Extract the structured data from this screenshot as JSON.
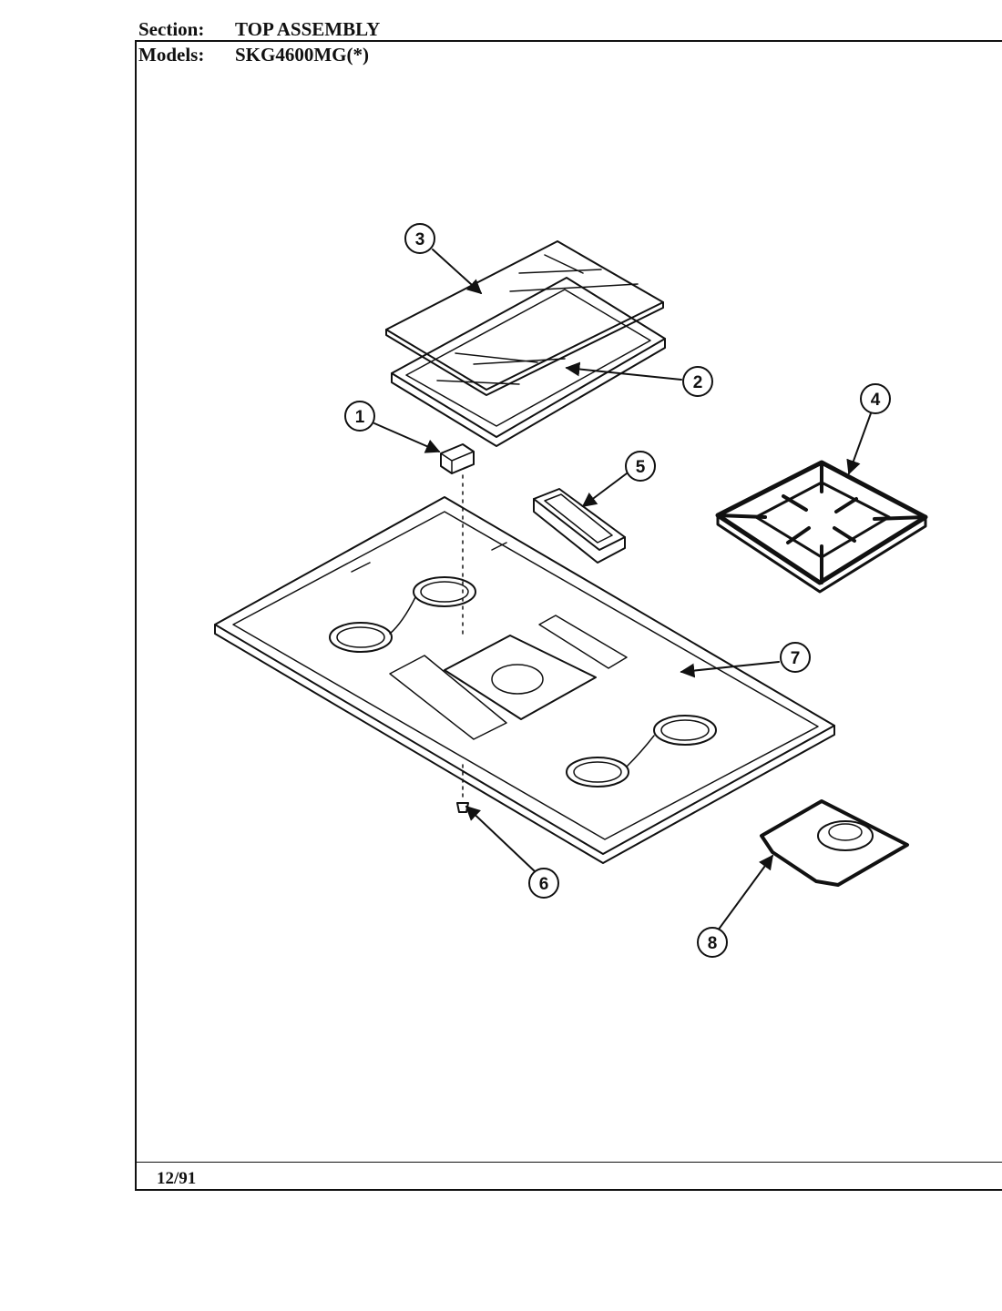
{
  "header": {
    "section_label": "Section:",
    "section_value": "TOP ASSEMBLY",
    "models_label": "Models:",
    "models_value": "SKG4600MG(*)"
  },
  "footer": {
    "date": "12/91"
  },
  "callouts": {
    "c1": "1",
    "c2": "2",
    "c3": "3",
    "c4": "4",
    "c5": "5",
    "c6": "6",
    "c7": "7",
    "c8": "8"
  },
  "colors": {
    "ink": "#111111",
    "paper": "#ffffff"
  }
}
